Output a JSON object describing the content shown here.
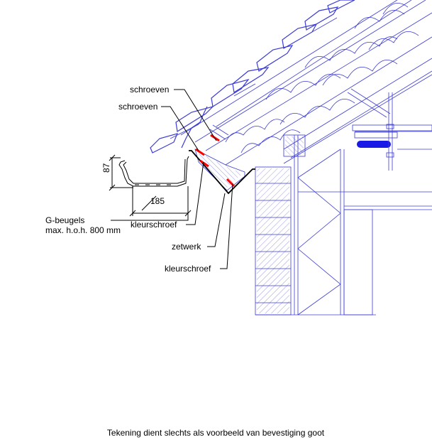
{
  "labels": {
    "screws_top": "schroeven",
    "screws_second": "schroeven",
    "brackets_line1": "G-beugels",
    "brackets_line2": "max. h.o.h. 800 mm",
    "color_screw_left": "kleurschroef",
    "fold": "zetwerk",
    "color_screw_bottom": "kleurschroef"
  },
  "dimensions": {
    "gutter_height": "87",
    "gutter_width": "185"
  },
  "caption": "Tekening dient slechts als voorbeeld van bevestiging goot",
  "colors": {
    "structure": "#3b3bd6",
    "annotation": "#000000",
    "screw_marks": "#ff0000",
    "seal": "#1a1ae6"
  }
}
